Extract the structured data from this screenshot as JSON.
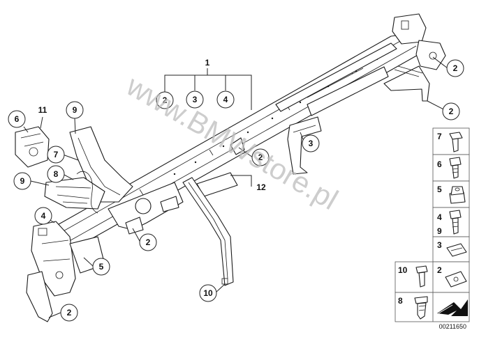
{
  "watermark": "www.BMWstore.pl",
  "reference_number": "00211650",
  "group_label": "1",
  "group_children": [
    "2",
    "3",
    "4"
  ],
  "callouts": {
    "c2_right_top": "2",
    "c2_right_bottom": "2",
    "c3_right": "3",
    "c2_center": "2",
    "c12": "12",
    "c2_lower_mid": "2",
    "c10_bottom": "10",
    "c5_left": "5",
    "c2_bottom_left": "2",
    "c4_left": "4",
    "c9_left": "9",
    "c8_left": "8",
    "c7_left": "7",
    "c9_top": "9",
    "c6_left": "6",
    "c11_left": "11"
  },
  "legend": [
    {
      "labels": [
        "7"
      ],
      "icon": "flange-bolt-icon"
    },
    {
      "labels": [
        "6"
      ],
      "icon": "hex-bolt-icon"
    },
    {
      "labels": [
        "5"
      ],
      "icon": "flange-nut-icon"
    },
    {
      "labels": [
        "4",
        "9"
      ],
      "icon": "hex-bolt-long-icon"
    },
    {
      "labels": [
        "3"
      ],
      "icon": "spring-clip-icon"
    },
    {
      "labels": [
        "10"
      ],
      "icon": "expanding-rivet-icon"
    },
    {
      "labels": [
        "2"
      ],
      "icon": "clip-nut-icon"
    },
    {
      "labels": [
        "8"
      ],
      "icon": "plastic-rivet-icon"
    },
    {
      "labels": [
        ""
      ],
      "icon": "direction-arrow-icon"
    }
  ]
}
